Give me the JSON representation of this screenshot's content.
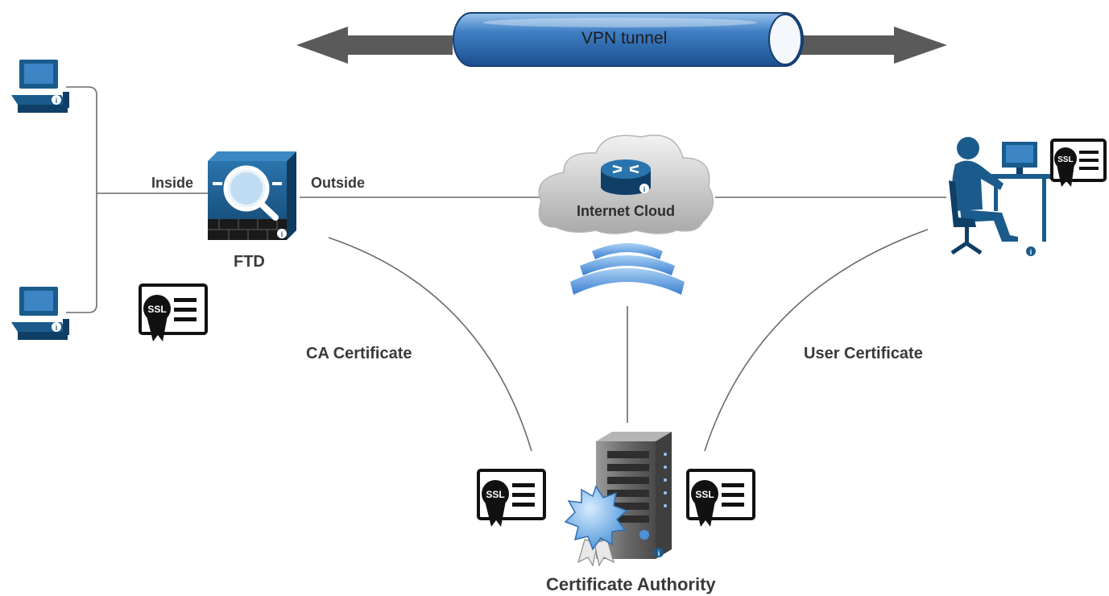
{
  "diagram": {
    "tunnel_label": "VPN tunnel",
    "nodes": {
      "firewall_label": "FTD",
      "internet_label": "Internet Cloud",
      "ca_label": "Certificate Authority"
    },
    "links": {
      "inside_label": "Inside",
      "outside_label": "Outside",
      "ca_cert_label": "CA Certificate",
      "user_cert_label": "User Certificate"
    },
    "badge_text": "SSL",
    "info_glyph": "i",
    "colors": {
      "device_blue": "#1a5b8c",
      "device_dark": "#0f3f66",
      "tunnel_blue": "#3f7fc4",
      "arrow_gray": "#555555",
      "cloud_gray": "#bdbdbd",
      "wave_blue": "#4a8fd6",
      "line_gray": "#6b6b6b",
      "server_gray": "#6e6e6e"
    },
    "icons": [
      "workstation-icon",
      "firewall-icon",
      "router-icon",
      "cloud-icon",
      "wireless-icon",
      "user-at-desk-icon",
      "server-icon",
      "ssl-certificate-icon",
      "seal-icon",
      "info-icon"
    ]
  }
}
